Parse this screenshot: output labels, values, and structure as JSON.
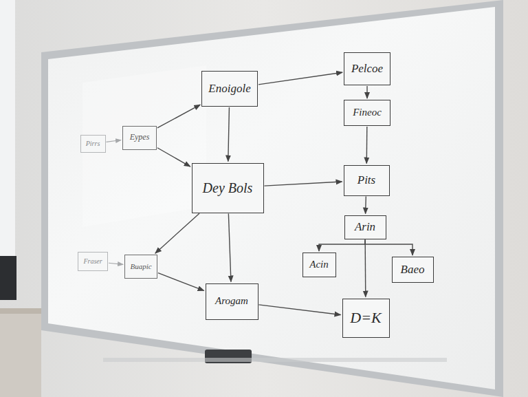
{
  "diagram": {
    "nodes": [
      {
        "text": [
          "Enoigole"
        ]
      },
      {
        "text": [
          "Pelcoe"
        ]
      },
      {
        "text": [
          "Fineoc"
        ]
      },
      {
        "text": [
          "Pirrs"
        ]
      },
      {
        "text": [
          "Eypes"
        ]
      },
      {
        "text": [
          "Dey Bols"
        ]
      },
      {
        "text": [
          "Pits"
        ]
      },
      {
        "text": [
          "Arin"
        ]
      },
      {
        "text": [
          "Fraser"
        ]
      },
      {
        "text": [
          "Buapic"
        ]
      },
      {
        "text": [
          "Acin"
        ]
      },
      {
        "text": [
          "Baeo"
        ]
      },
      {
        "text": [
          "Arogam"
        ]
      },
      {
        "text": [
          "D=K"
        ]
      }
    ],
    "edges": [
      {
        "from": 3,
        "to": 4,
        "arrow": "to"
      },
      {
        "from": 4,
        "to": 0,
        "arrow": "to"
      },
      {
        "from": 4,
        "to": 5,
        "arrow": "to"
      },
      {
        "from": 0,
        "to": 1,
        "arrow": "to"
      },
      {
        "from": 0,
        "to": 5,
        "arrow": "to"
      },
      {
        "from": 1,
        "to": 2,
        "arrow": "to"
      },
      {
        "from": 2,
        "to": 6,
        "arrow": "to"
      },
      {
        "from": 5,
        "to": 6,
        "arrow": "to"
      },
      {
        "from": 6,
        "to": 7,
        "arrow": "to"
      },
      {
        "from": 7,
        "to": 10,
        "arrow": "to"
      },
      {
        "from": 7,
        "to": 11,
        "arrow": "to"
      },
      {
        "from": 7,
        "to": 13,
        "arrow": "to"
      },
      {
        "from": 5,
        "to": 9,
        "arrow": "to"
      },
      {
        "from": 8,
        "to": 9,
        "arrow": "to"
      },
      {
        "from": 9,
        "to": 12,
        "arrow": "to"
      },
      {
        "from": 5,
        "to": 12,
        "arrow": "to"
      },
      {
        "from": 12,
        "to": 13,
        "arrow": "to"
      }
    ]
  }
}
